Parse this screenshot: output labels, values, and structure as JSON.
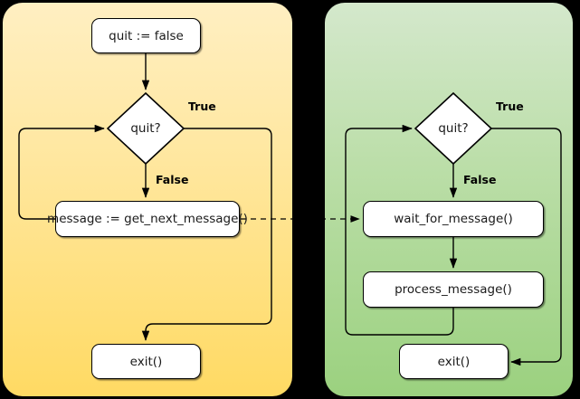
{
  "diagram": {
    "title": "Message loop flowchart comparison",
    "background_color": "#000000",
    "panels": [
      {
        "id": "left",
        "name": "polling-loop-panel",
        "gradient_from": "#FFEFC2",
        "gradient_to": "#FFDA63",
        "nodes": [
          {
            "id": "init",
            "label": "quit := false"
          },
          {
            "id": "decision",
            "label": "quit?"
          },
          {
            "id": "action",
            "label": "message := get_next_message()"
          },
          {
            "id": "exit",
            "label": "exit()"
          }
        ],
        "edge_labels": [
          {
            "id": "true",
            "label": "True"
          },
          {
            "id": "false",
            "label": "False"
          }
        ]
      },
      {
        "id": "right",
        "name": "event-loop-panel",
        "gradient_from": "#D4E8CC",
        "gradient_to": "#9BD17F",
        "nodes": [
          {
            "id": "decision",
            "label": "quit?"
          },
          {
            "id": "wait",
            "label": "wait_for_message()"
          },
          {
            "id": "process",
            "label": "process_message()"
          },
          {
            "id": "exit",
            "label": "exit()"
          }
        ],
        "edge_labels": [
          {
            "id": "true",
            "label": "True"
          },
          {
            "id": "false",
            "label": "False"
          }
        ]
      }
    ],
    "connector": {
      "name": "cross-panel-dashed-link",
      "style": "dashed",
      "from": "message := get_next_message()",
      "to": "wait_for_message()"
    }
  }
}
